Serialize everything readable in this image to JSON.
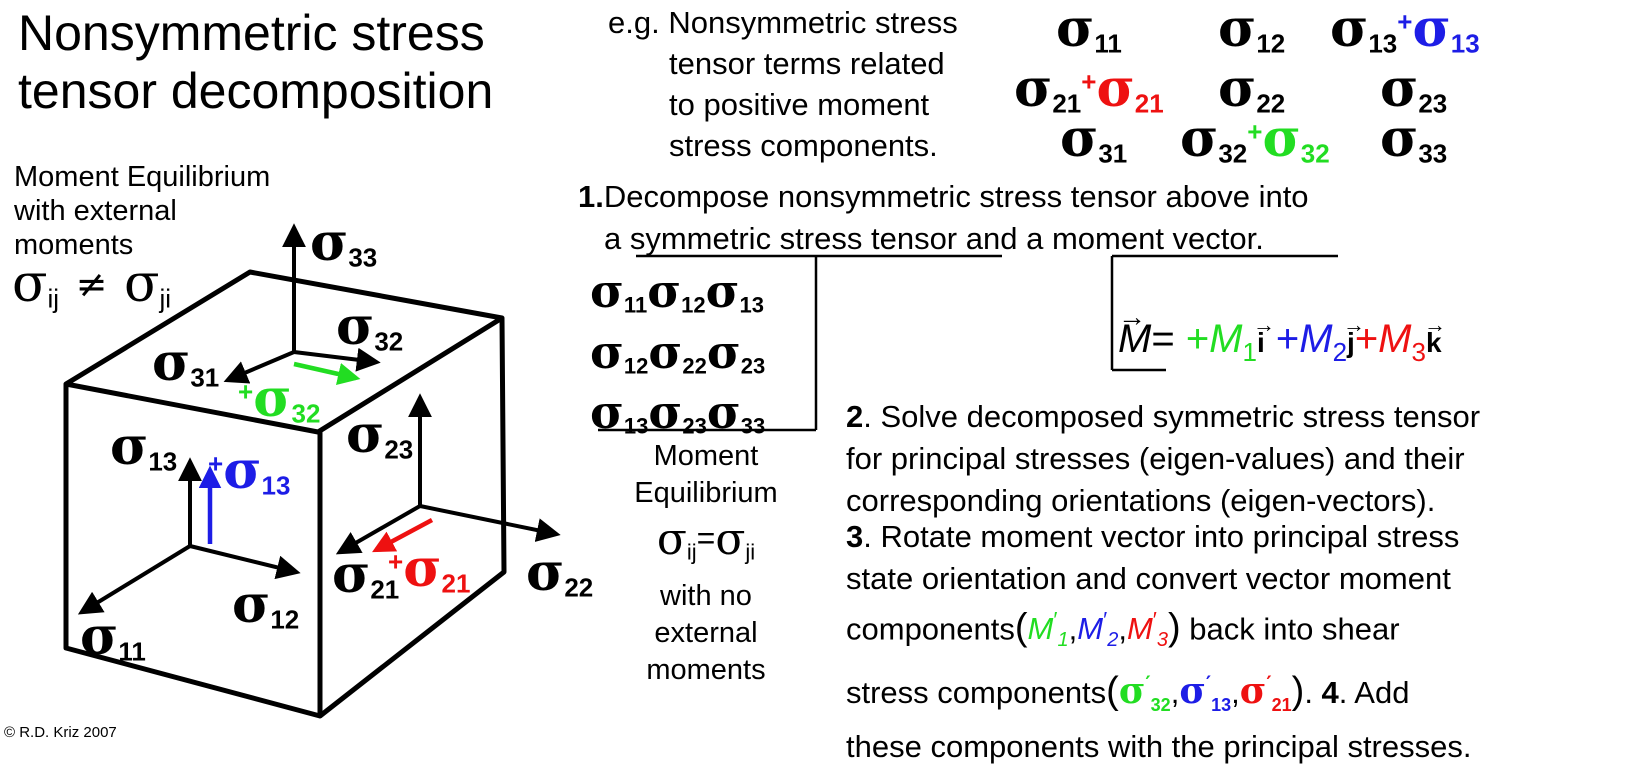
{
  "title": {
    "line1": "Nonsymmetric stress",
    "line2": "tensor decomposition"
  },
  "example": {
    "prefix": "e.g.",
    "line1": "Nonsymmetric stress",
    "line2": "tensor terms related",
    "line3": "to positive moment",
    "line4": "stress components."
  },
  "sigma": "σ",
  "plus": "+",
  "prime": "′",
  "subscripts": {
    "s11": "11",
    "s12": "12",
    "s13": "13",
    "s21": "21",
    "s22": "22",
    "s23": "23",
    "s31": "31",
    "s32": "32",
    "s33": "33",
    "ij": "ij",
    "ji": "ji"
  },
  "moment_equilibrium_external": {
    "line1": "Moment Equilibrium",
    "line2": "with external",
    "line3": "moments",
    "not_equal": "≠"
  },
  "step1": {
    "number": "1.",
    "line1": "Decompose nonsymmetric stress tensor above into",
    "line2_a": "a ",
    "symmetric": "symmetric stress tensor",
    "line2_b": " and a ",
    "moment_vector": "moment vector",
    "line2_c": "."
  },
  "moment_vector_eq": {
    "M": "M",
    "equals": "=",
    "plus": "+",
    "M1": "M",
    "M1_sub": "1",
    "i": "i",
    "M2": "M",
    "M2_sub": "2",
    "j": "j",
    "M3": "M",
    "M3_sub": "3",
    "k": "k"
  },
  "symmetric_caption": {
    "line1": "Moment",
    "line2": "Equilibrium",
    "equals": "=",
    "line3": "with no",
    "line4": "external",
    "line5": "moments"
  },
  "step2": {
    "number": "2",
    "line1": ". Solve decomposed symmetric stress tensor",
    "line2": "for principal stresses (eigen-values) and their",
    "line3": "corresponding orientations (eigen-vectors)."
  },
  "step3": {
    "number": "3",
    "line1": ". Rotate moment vector into principal stress",
    "line2": "state orientation and convert vector moment",
    "line3_a": "components",
    "line3_b": " back into shear",
    "line4_a": "stress components",
    "line4_b": ". ",
    "step4_number": "4",
    "line4_c": ". Add",
    "line5": "these components with the principal stresses.",
    "m1": "M",
    "m1_sub": "1",
    "m2": "M",
    "m2_sub": "2",
    "m3": "M",
    "m3_sub": "3",
    "open_paren": "(",
    "close_paren": ")",
    "comma": ","
  },
  "copyright": "© R.D. Kriz 2007",
  "colors": {
    "green": "#22dd22",
    "blue": "#1d1de6",
    "red": "#ee1111",
    "black": "#000000"
  }
}
